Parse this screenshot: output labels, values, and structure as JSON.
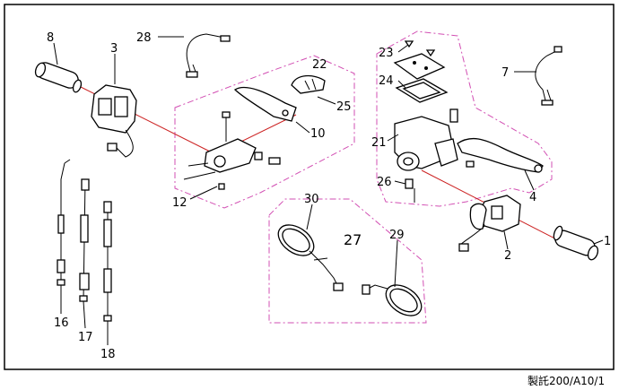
{
  "diagram": {
    "callouts": {
      "c8": "8",
      "c3": "3",
      "c28": "28",
      "c22": "22",
      "c25": "25",
      "c10": "10",
      "c12": "12",
      "c23": "23",
      "c24": "24",
      "c21": "21",
      "c26": "26",
      "c7": "7",
      "c4": "4",
      "c2": "2",
      "c1": "1",
      "c30": "30",
      "c27": "27",
      "c29": "29",
      "c16": "16",
      "c17": "17",
      "c18": "18"
    },
    "footer_code": "製託200/A10/1",
    "colors": {
      "group_outline": "#d24fb3",
      "leader_red": "#cc2222",
      "frame": "#000000"
    }
  }
}
